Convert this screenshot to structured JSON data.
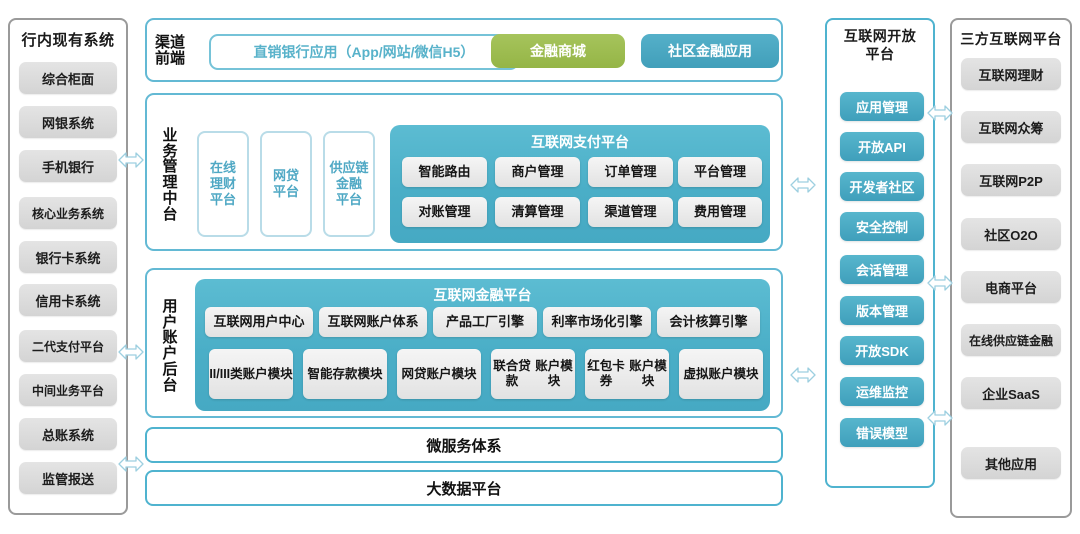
{
  "left_column": {
    "title": "行内现有系统",
    "items": [
      "综合柜面",
      "网银系统",
      "手机银行",
      "核心业务系统",
      "银行卡系统",
      "信用卡系统",
      "二代支付平台",
      "中间业务平台",
      "总账系统",
      "监管报送"
    ]
  },
  "channel_frontend": {
    "label": "渠道\n前端",
    "label_line1": "渠道",
    "label_line2": "前端",
    "items": [
      {
        "text": "直销银行应用（App/网站/微信H5）",
        "style": "outline"
      },
      {
        "text": "金融商城",
        "style": "green"
      },
      {
        "text": "社区金融应用",
        "style": "blue"
      }
    ]
  },
  "business_mid_platform": {
    "label_chars": [
      "业",
      "务",
      "管",
      "理",
      "中",
      "台"
    ],
    "platform_cards": [
      {
        "lines": [
          "在线",
          "理财",
          "平台"
        ]
      },
      {
        "lines": [
          "网贷",
          "平台"
        ]
      },
      {
        "lines": [
          "供应链",
          "金融",
          "平台"
        ]
      }
    ],
    "payment_platform": {
      "title": "互联网支付平台",
      "row1": [
        "智能路由",
        "商户管理",
        "订单管理",
        "平台管理"
      ],
      "row2": [
        "对账管理",
        "清算管理",
        "渠道管理",
        "费用管理"
      ]
    }
  },
  "user_account_backend": {
    "label_chars": [
      "用",
      "户",
      "账",
      "户",
      "后",
      "台"
    ],
    "finance_platform": {
      "title": "互联网金融平台",
      "row1": [
        "互联网用户中心",
        "互联网账户体系",
        "产品工厂引擎",
        "利率市场化引擎",
        "会计核算引擎"
      ],
      "row2": [
        {
          "lines": [
            "II/III类",
            "账户模块"
          ]
        },
        {
          "lines": [
            "智能存款",
            "模块"
          ]
        },
        {
          "lines": [
            "网贷账户",
            "模块"
          ]
        },
        {
          "lines": [
            "联合贷款",
            "账户模块"
          ]
        },
        {
          "lines": [
            "红包卡券",
            "账户模块"
          ]
        },
        {
          "lines": [
            "虚拟账户",
            "模块"
          ]
        }
      ]
    }
  },
  "foundation_bars": [
    "微服务体系",
    "大数据平台"
  ],
  "open_platform": {
    "title_line1": "互联网开放",
    "title_line2": "平台",
    "items": [
      "应用管理",
      "开放API",
      "开发者社区",
      "安全控制",
      "会话管理",
      "版本管理",
      "开放SDK",
      "运维监控",
      "错误模型"
    ]
  },
  "third_party_column": {
    "title": "三方互联网平台",
    "items": [
      "互联网理财",
      "互联网众筹",
      "互联网P2P",
      "社区O2O",
      "电商平台",
      "在线供应链金融",
      "企业SaaS",
      "其他应用"
    ]
  },
  "connectors": {
    "icon": "double-arrow-icon",
    "count": 8
  },
  "colors": {
    "teal": "#4aaec7",
    "teal_border": "#4fb3cf",
    "green": "#9cbb50",
    "grey_chip": "#dcdcdc",
    "text_dark": "#111111"
  }
}
